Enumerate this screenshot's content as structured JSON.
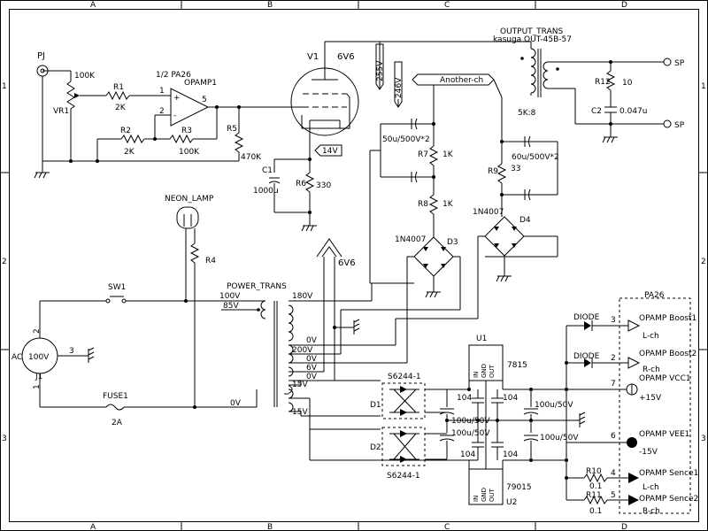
{
  "frame": {
    "cols": [
      "A",
      "B",
      "C",
      "D"
    ],
    "rows": [
      "1",
      "2",
      "3"
    ]
  },
  "labels": {
    "pj": "PJ",
    "vr1_val": "100K",
    "vr1": "VR1",
    "r1": "R1",
    "r1_val": "2K",
    "r2": "R2",
    "r2_val": "2K",
    "r3": "R3",
    "r3_val": "100K",
    "opamp_title": "1/2 PA26",
    "opamp1": "OPAMP1",
    "pin1": "1",
    "pin2": "2",
    "pin5": "5",
    "r5": "R5",
    "r5_val": "470K",
    "v1": "V1",
    "v1_type": "6V6",
    "v255": "255V",
    "v246": "246V",
    "another_ch": "Another-ch",
    "output_trans": "OUTPUT_TRANS",
    "output_trans_model": "kasuga OUT-45B-57",
    "ratio": "5K:8",
    "r12": "R12",
    "r12_val": "10",
    "c2": "C2",
    "c2_val": "0.047u",
    "sp1": "SP",
    "sp2": "SP",
    "c1": "C1",
    "c1_val": "1000u",
    "r6": "R6",
    "r6_val": "330",
    "v14": "14V",
    "cap_pair1": "50u/500V*2",
    "r7": "R7",
    "r7_val": "1K",
    "r8": "R8",
    "r8_val": "1K",
    "cap_pair2": "60u/500V*2",
    "r9": "R9",
    "r9_val": "33",
    "d3_type": "1N4007",
    "d3": "D3",
    "d4_type": "1N4007",
    "d4": "D4",
    "neon_lamp": "NEON_LAMP",
    "r4": "R4",
    "sw1": "SW1",
    "ac": "AC",
    "ac_val": "100V",
    "j1": "J1",
    "j_pin1": "1",
    "j_pin2": "2",
    "j_pin3": "3",
    "fuse1": "FUSE1",
    "fuse_val": "2A",
    "power_trans": "POWER_TRANS",
    "tap_100v": "100V",
    "tap_85v": "85V",
    "tap_0v_pri": "0V",
    "tap_180v": "180V",
    "tap_0v_a": "0V",
    "tap_200v": "200V",
    "tap_0v_b": "0V",
    "tap_6v": "6V",
    "tap_0v_c": "0V",
    "tap_15v_a": "15V",
    "tap_15v_b": "15V",
    "heater": "6V6",
    "u1": "U1",
    "u1_type": "7815",
    "u2": "U2",
    "u2_type": "79015",
    "reg_in": "IN",
    "reg_gnd": "GND",
    "reg_out": "OUT",
    "reg_in2": "IN",
    "reg_gnd2": "GND",
    "reg_out2": "OUT",
    "d1": "D1",
    "d2": "D2",
    "s6244_a": "S6244-1",
    "s6244_b": "S6244-1",
    "c104_a": "104",
    "c104_b": "104",
    "c104_c": "104",
    "c104_d": "104",
    "c100u_a": "100u/50V",
    "c100u_b": "100u/50V",
    "c100u_c": "100u/50V",
    "c100u_d": "100u/50V",
    "pa26": "PA26",
    "diode1": "DIODE",
    "diode2": "DIODE",
    "boost1": "OPAMP Boost1",
    "boost2": "OPAMP Boost2",
    "lch1": "L-ch",
    "rch1": "R-ch",
    "vcc1": "OPAMP VCC1",
    "p15v": "+15V",
    "vee1": "OPAMP VEE1",
    "m15v": "-15V",
    "r10": "R10",
    "r10_val": "0.1",
    "r11": "R11",
    "r11_val": "0.1",
    "sence1": "OPAMP Sence1",
    "sence2": "OPAMP Sence2",
    "lch2": "L-ch",
    "rch2": "R-ch",
    "pin_3": "3",
    "pin_2": "2",
    "pin_7": "7",
    "pin_6": "6",
    "pin_4": "4",
    "pin_5b": "5"
  }
}
